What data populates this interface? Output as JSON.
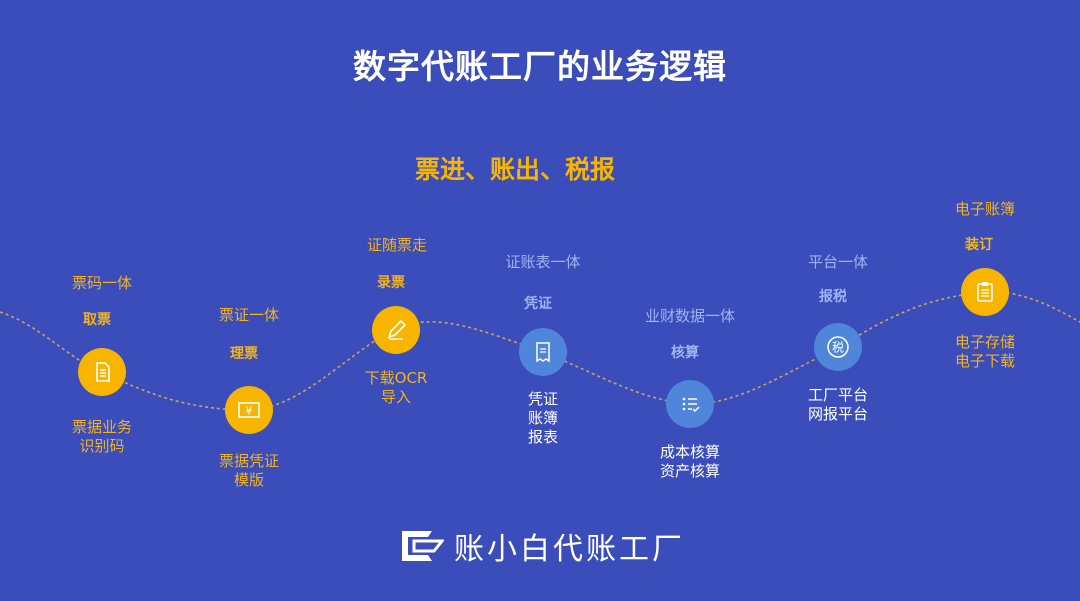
{
  "title": "数字代账工厂的业务逻辑",
  "subtitle": "票进、账出、税报",
  "colors": {
    "background": "#3a4dbb",
    "yellow": "#f7b500",
    "blue_node": "#4f86d9",
    "muted_blue": "#9fb3f0",
    "curve": "#c9a35a"
  },
  "steps": [
    {
      "top": "票码一体",
      "action": "取票",
      "bottom": "票据业务\n识别码",
      "icon": "document-icon"
    },
    {
      "top": "票证一体",
      "action": "理票",
      "bottom": "票据凭证\n模版",
      "icon": "yen-ticket-icon"
    },
    {
      "top": "证随票走",
      "action": "录票",
      "bottom": "下载OCR\n导入",
      "icon": "pencil-icon"
    },
    {
      "top": "证账表一体",
      "action": "凭证",
      "bottom": "凭证\n账簿\n报表",
      "icon": "receipt-icon"
    },
    {
      "top": "业财数据一体",
      "action": "核算",
      "bottom": "成本核算\n资产核算",
      "icon": "checklist-icon"
    },
    {
      "top": "平台一体",
      "action": "报税",
      "bottom": "工厂平台\n网报平台",
      "icon": "tax-icon"
    },
    {
      "top": "电子账簿",
      "action": "装订",
      "bottom": "电子存储\n电子下载",
      "icon": "clipboard-icon"
    }
  ],
  "logo": {
    "text": "账小白代账工厂",
    "icon": "brand-logo-icon"
  }
}
